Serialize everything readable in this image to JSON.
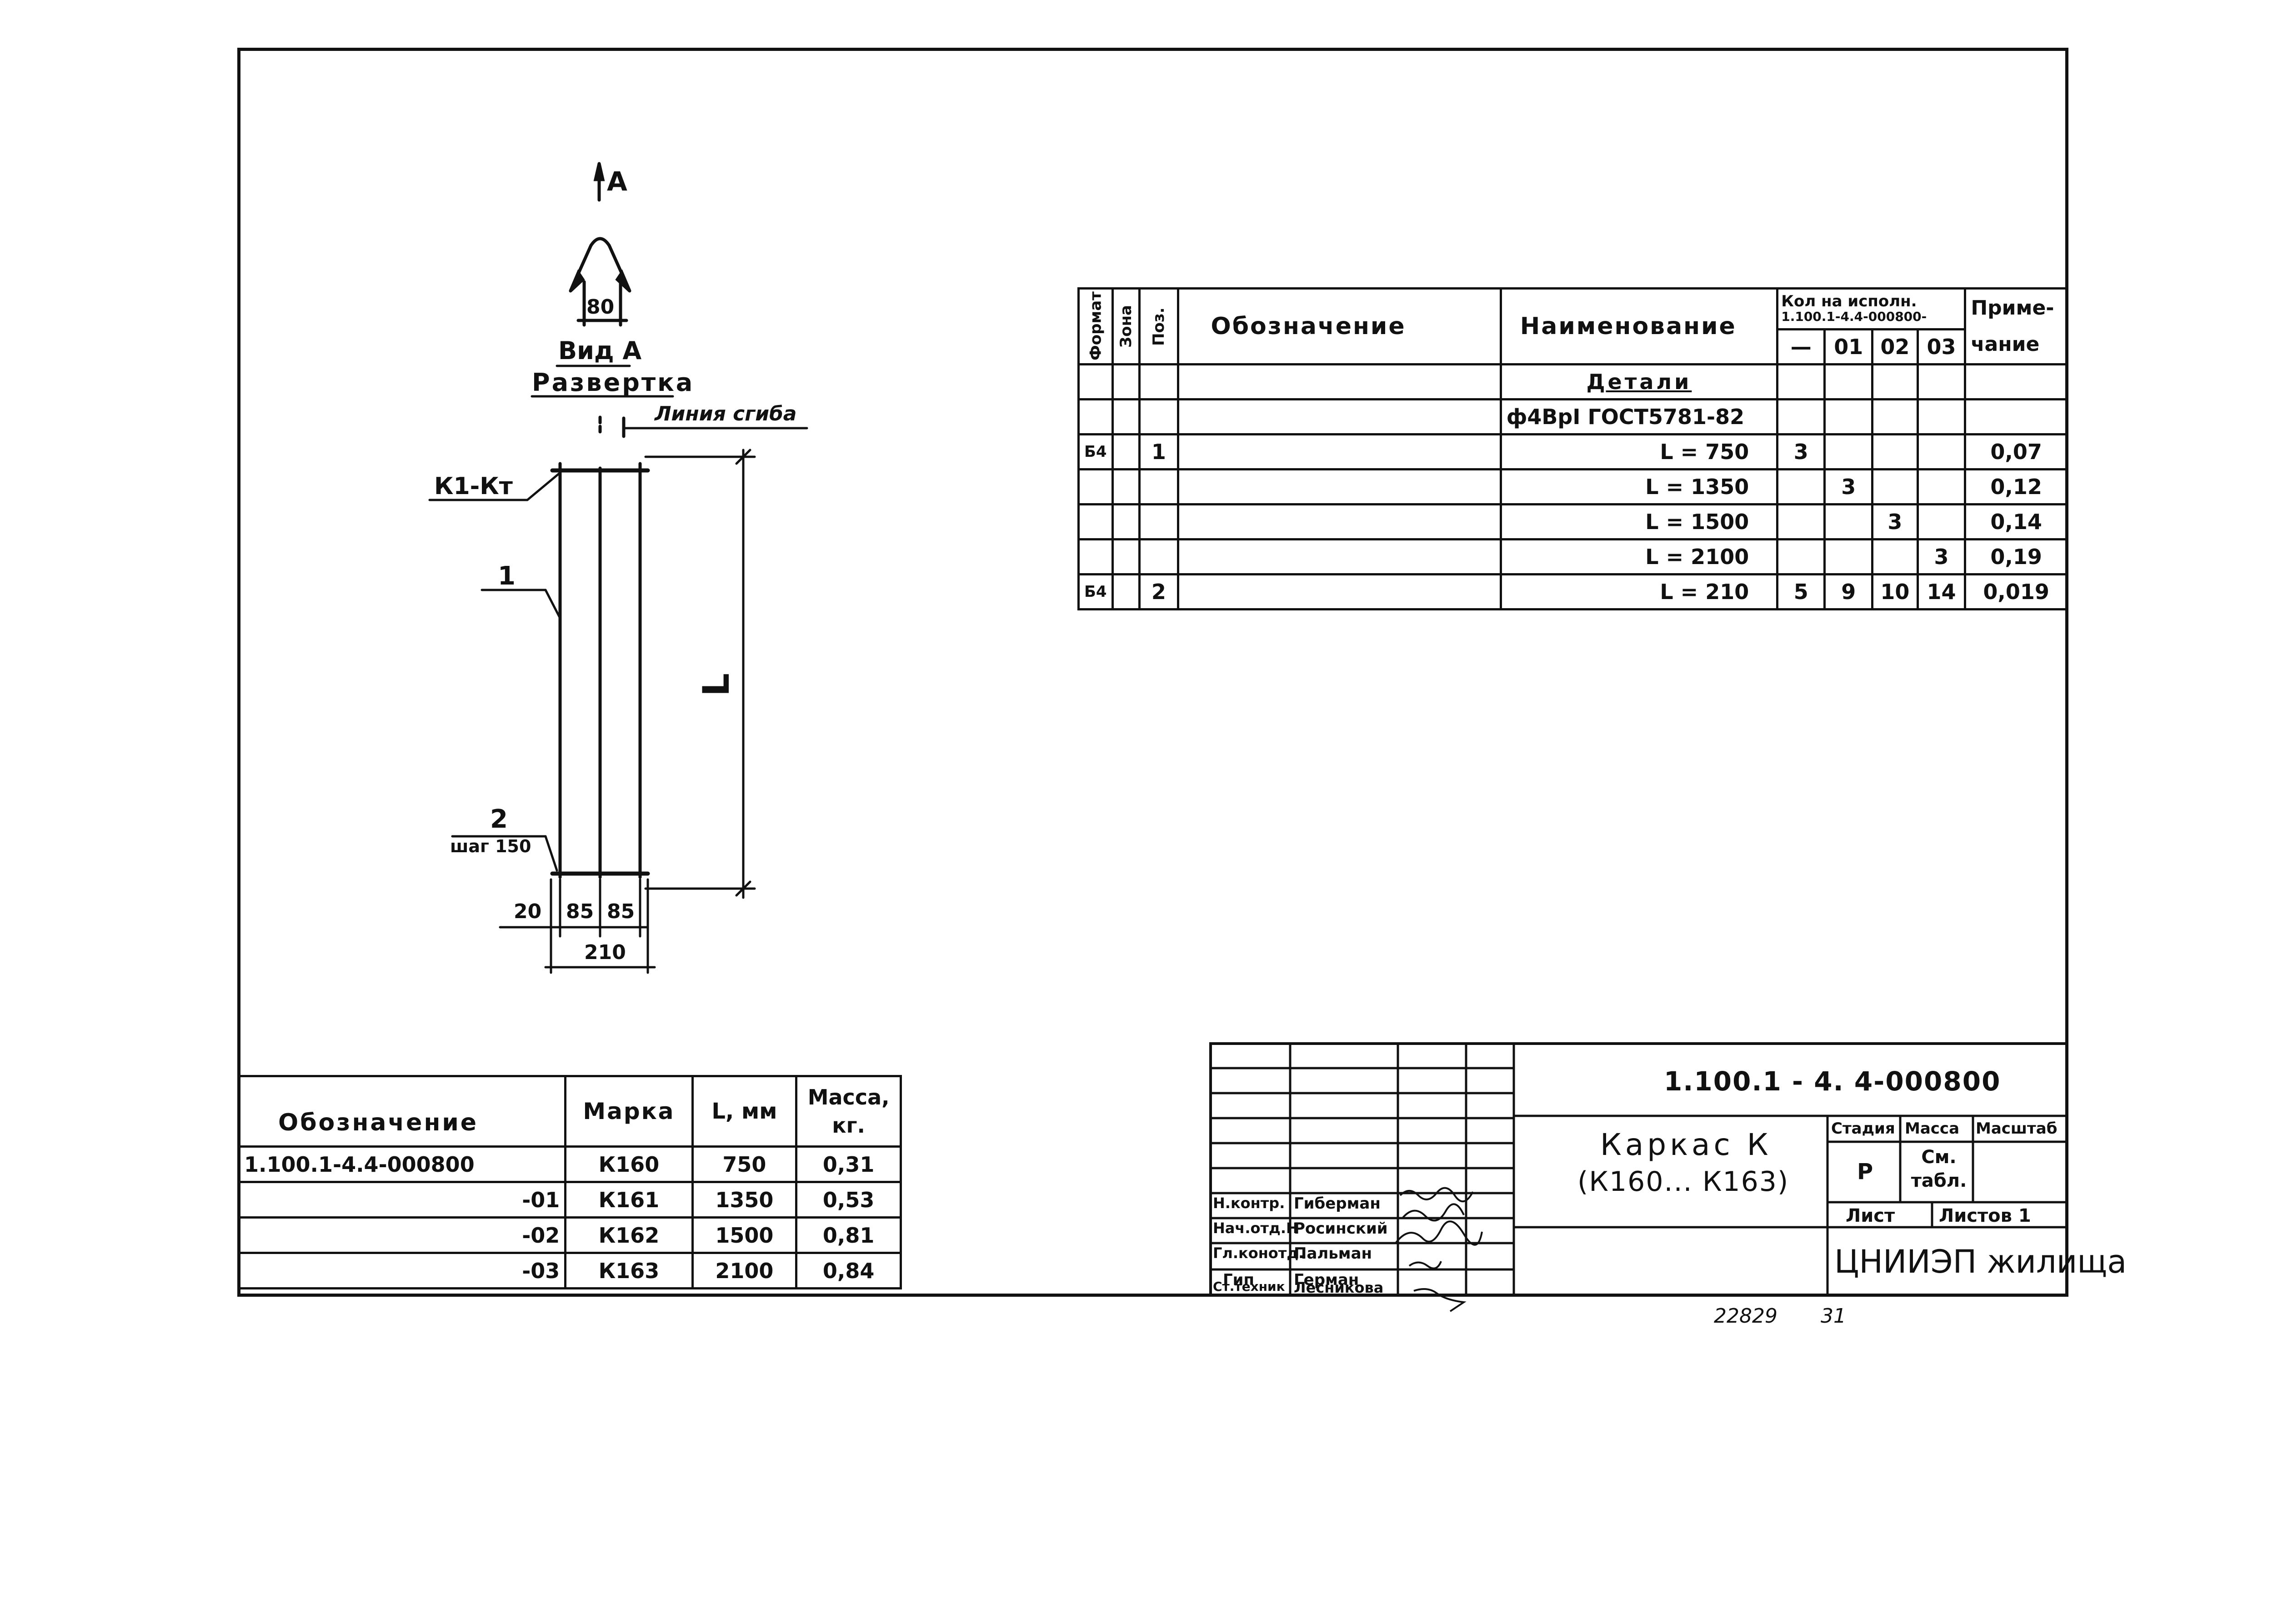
{
  "drawing": {
    "arrow_label": "А",
    "dim_top": "80",
    "view_label": "Вид А",
    "unfold_label": "Развертка",
    "bend_line_label": "Линия сгиба",
    "weld_label": "К1-Кт",
    "pos1_label": "1",
    "pos2_label": "2",
    "pitch_label": "шаг 150",
    "length_label": "L",
    "dim_20": "20",
    "dim_85a": "85",
    "dim_85b": "85",
    "dim_210": "210"
  },
  "spec": {
    "headers": {
      "format": "Формат",
      "zone": "Зона",
      "pos": "Поз.",
      "designation": "Обозначение",
      "name": "Наименование",
      "qty_title": "Кол на исполн.",
      "qty_doc": "1.100.1-4.4-000800-",
      "qty_dash": "—",
      "qty_01": "01",
      "qty_02": "02",
      "qty_03": "03",
      "note": "Приме-чание"
    },
    "section": "Детали",
    "material": "ф4ВрI ГОСТ5781-82",
    "rows": [
      {
        "format": "Б4",
        "pos": "1",
        "name": "L = 750",
        "q0": "3",
        "q1": "",
        "q2": "",
        "q3": "",
        "note": "0,07"
      },
      {
        "format": "",
        "pos": "",
        "name": "L = 1350",
        "q0": "",
        "q1": "3",
        "q2": "",
        "q3": "",
        "note": "0,12"
      },
      {
        "format": "",
        "pos": "",
        "name": "L = 1500",
        "q0": "",
        "q1": "",
        "q2": "3",
        "q3": "",
        "note": "0,14"
      },
      {
        "format": "",
        "pos": "",
        "name": "L = 2100",
        "q0": "",
        "q1": "",
        "q2": "",
        "q3": "3",
        "note": "0,19"
      },
      {
        "format": "Б4",
        "pos": "2",
        "name": "L = 210",
        "q0": "5",
        "q1": "9",
        "q2": "10",
        "q3": "14",
        "note": "0,019"
      }
    ]
  },
  "marks": {
    "headers": {
      "designation": "Обозначение",
      "mark": "Марка",
      "length": "L, мм",
      "mass": "Масса, кг."
    },
    "rows": [
      {
        "designation": "1.100.1-4.4-000800",
        "mark": "К160",
        "length": "750",
        "mass": "0,31"
      },
      {
        "designation": "-01",
        "mark": "К161",
        "length": "1350",
        "mass": "0,53"
      },
      {
        "designation": "-02",
        "mark": "К162",
        "length": "1500",
        "mass": "0,81"
      },
      {
        "designation": "-03",
        "mark": "К163",
        "length": "2100",
        "mass": "0,84"
      }
    ]
  },
  "title_block": {
    "doc_number": "1.100.1 - 4. 4-000800",
    "title_line1": "Каркас К",
    "title_line2": "(К160... К163)",
    "stage_label": "Стадия",
    "mass_label": "Масса",
    "scale_label": "Масштаб",
    "stage_value": "Р",
    "mass_value": "См. табл.",
    "sheet_label": "Лист",
    "sheets_label": "Листов 1",
    "org": "ЦНИИЭП жилища",
    "signers": [
      {
        "role": "Н.контр.",
        "name": "Гиберман"
      },
      {
        "role": "Нач.отд.Н",
        "name": "Росинский"
      },
      {
        "role": "Гл.конотд.",
        "name": "Пальман"
      },
      {
        "role": "Гип",
        "name": "Герман"
      },
      {
        "role": "Ст.техник",
        "name": "Лесникова"
      }
    ]
  },
  "footer": {
    "inv": "22829",
    "page": "31"
  }
}
